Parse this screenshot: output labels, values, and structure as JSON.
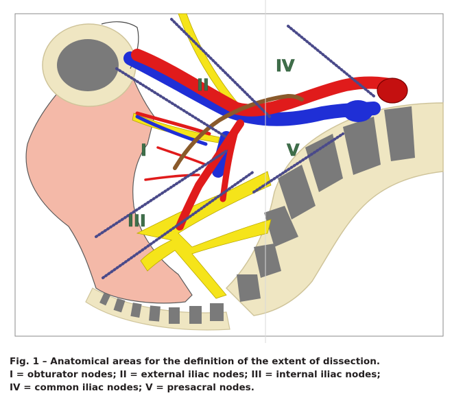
{
  "figure": {
    "region_labels": {
      "I": "I",
      "II": "II",
      "III": "III",
      "IV": "IV",
      "V": "V"
    },
    "colors": {
      "artery": "#e01b1b",
      "vein": "#1f2fd6",
      "nerve": "#f5e41a",
      "bone_outer": "#efe6c2",
      "bone_inner": "#7a7a7a",
      "pelvis_tissue": "#f4b9a8",
      "ureter": "#8a5a2b",
      "node_boundary": "#4a4a8a",
      "label": "#3f6f4a"
    }
  },
  "caption": {
    "line1": "Fig. 1 – Anatomical areas for the definition of the extent of dissection.",
    "line2": "I = obturator nodes; II = external iliac nodes; III = internal iliac nodes;",
    "line3": "IV = common iliac nodes; V = presacral nodes."
  }
}
